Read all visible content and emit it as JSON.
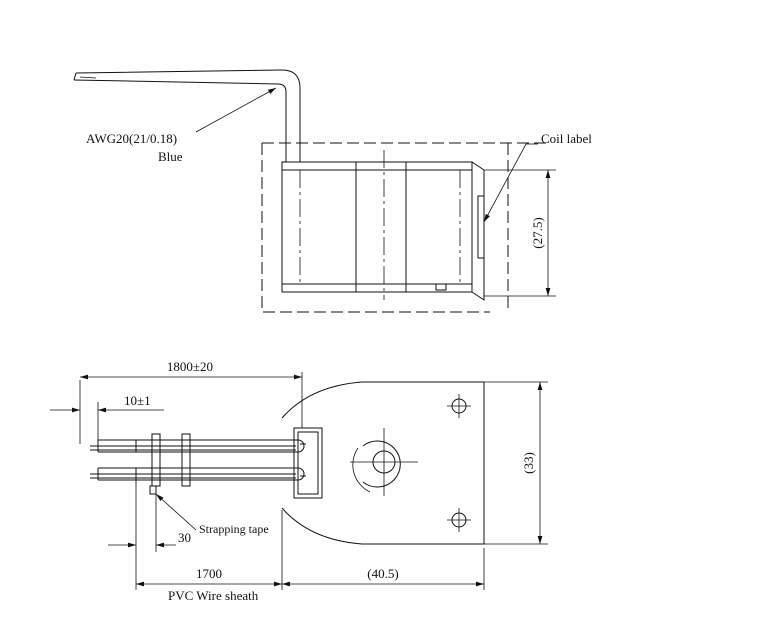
{
  "labels": {
    "wire_spec": "AWG20(21/0.18)",
    "wire_color": "Blue",
    "coil_label": "Coil label",
    "height_top": "(27.5)",
    "length_total": "1800±20",
    "strip_length": "10±1",
    "tape_offset": "30",
    "strapping_tape": "Strapping tape",
    "sheath_length": "1700",
    "sheath_name": "PVC Wire sheath",
    "body_length": "(40.5)",
    "body_height": "(33)"
  }
}
